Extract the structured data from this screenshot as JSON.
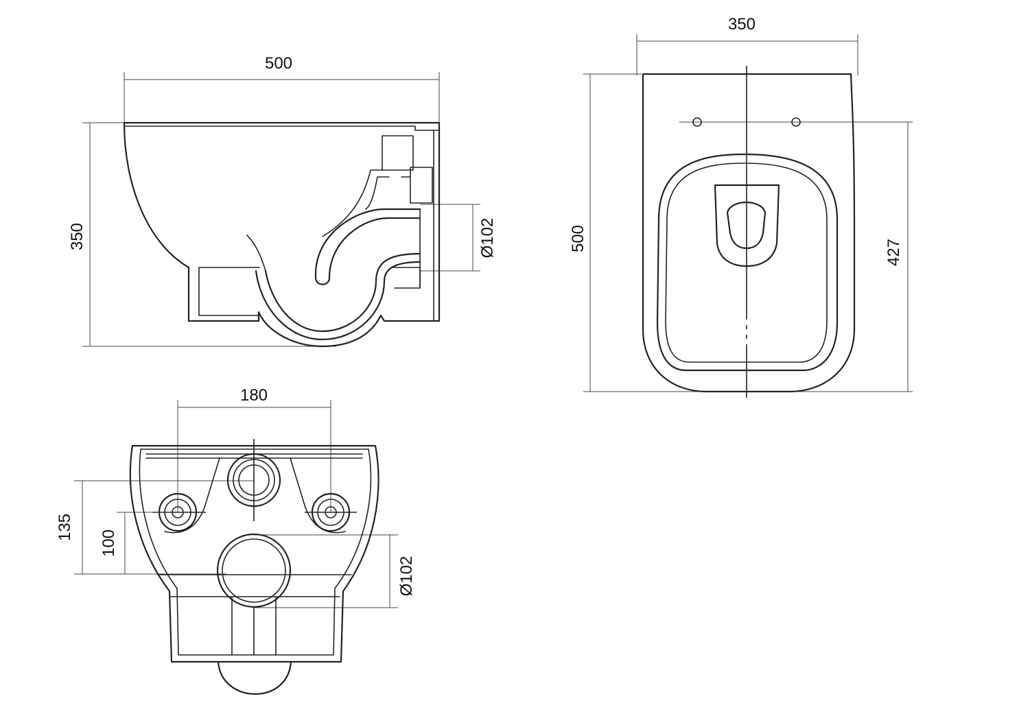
{
  "colors": {
    "line": "#222222",
    "dimension_line": "#444444",
    "text": "#111111",
    "background": "#ffffff"
  },
  "views": {
    "side": {
      "width_label": "500",
      "height_label": "350",
      "outlet_diameter_label": "Ø102"
    },
    "top": {
      "width_label": "350",
      "length_label": "500",
      "fixing_distance_label": "427"
    },
    "rear": {
      "fixing_spacing_label": "180",
      "fixing_height_label": "135",
      "inlet_height_label": "100",
      "outlet_diameter_label": "Ø102"
    }
  }
}
